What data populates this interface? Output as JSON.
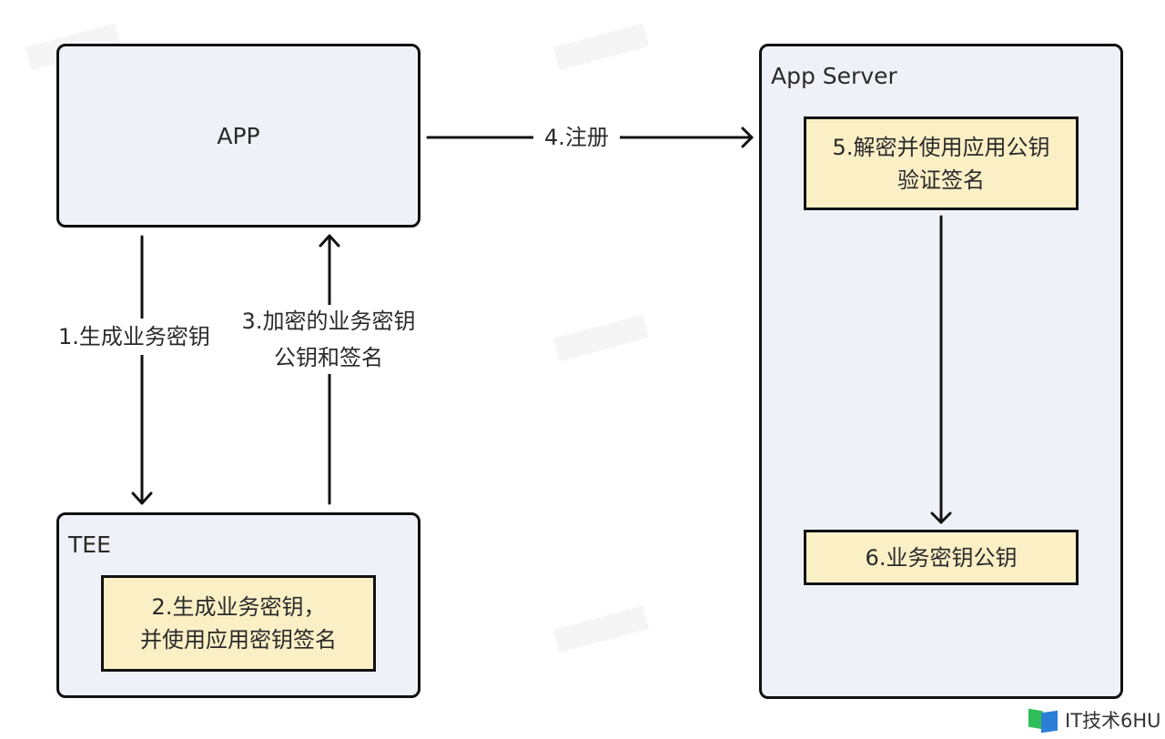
{
  "nodes": {
    "app": {
      "label": "APP"
    },
    "tee": {
      "label": "TEE",
      "step": {
        "line1": "2.生成业务密钥，",
        "line2": "并使用应用密钥签名"
      }
    },
    "server": {
      "label": "App Server",
      "step5": {
        "line1": "5.解密并使用应用公钥",
        "line2": "验证签名"
      },
      "step6": {
        "label": "6.业务密钥公钥"
      }
    }
  },
  "edges": {
    "step1": {
      "label": "1.生成业务密钥"
    },
    "step3": {
      "line1": "3.加密的业务密钥",
      "line2": "公钥和签名"
    },
    "step4": {
      "label": "4.注册"
    }
  },
  "colors": {
    "container_fill": "#eef1f8",
    "step_fill": "#fbefc6",
    "stroke": "#111111"
  },
  "brand": {
    "text": "IT技术6HU"
  }
}
